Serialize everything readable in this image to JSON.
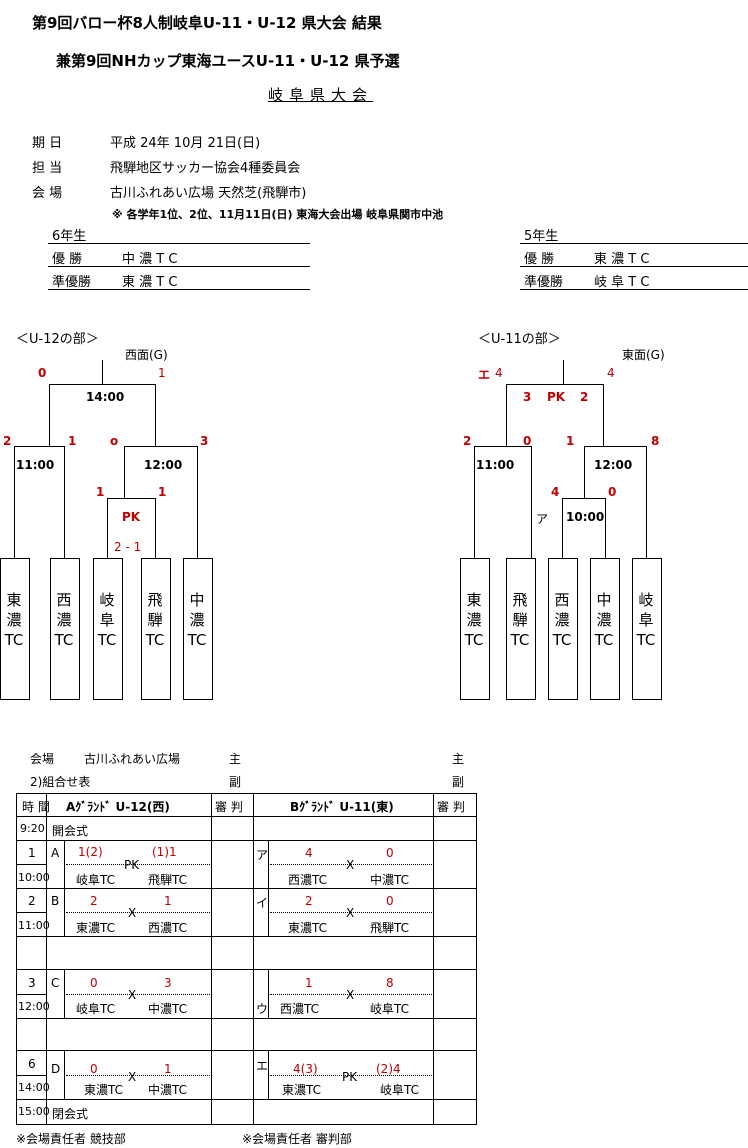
{
  "title": "第9回バロー杯8人制岐阜U-11・U-12 県大会 結果",
  "subtitle": "兼第9回NHカップ東海ユースU-11・U-12 県予選",
  "assoc": "岐阜県大会",
  "info": [
    {
      "label": "期 日",
      "value": "平成 24年 10月 21日(日)"
    },
    {
      "label": "担 当",
      "value": "飛騨地区サッカー協会4種委員会"
    },
    {
      "label": "会 場",
      "value": "古川ふれあい広場 天然芝(飛騨市)"
    }
  ],
  "note": "※ 各学年1位、2位、11月11日(日) 東海大会出場 岐阜県関市中池",
  "results": {
    "g6": {
      "grade": "6年生",
      "rows": [
        {
          "label": "優 勝",
          "team": "中 濃 T C"
        },
        {
          "label": "準優勝",
          "team": "東 濃 T C"
        }
      ]
    },
    "g5": {
      "grade": "5年生",
      "rows": [
        {
          "label": "優 勝",
          "team": "東 濃 T C"
        },
        {
          "label": "準優勝",
          "team": "岐 阜 T C"
        }
      ]
    }
  },
  "u12": {
    "title": "＜U-12の部＞",
    "ground": "西面(G)",
    "times": [
      "14:00",
      "11:00",
      "12:00"
    ],
    "scores": [
      "0",
      "1",
      "2",
      "1",
      "o",
      "3",
      "1",
      "1"
    ],
    "pk": "PK",
    "pk_score": "2 - 1",
    "teams": [
      "東濃TC",
      "西濃TC",
      "岐阜TC",
      "飛騨TC",
      "中濃TC"
    ]
  },
  "u11": {
    "title": "＜U-11の部＞",
    "ground": "東面(G)",
    "times": [
      "11:00",
      "12:00",
      "10:00"
    ],
    "scores": [
      "4",
      "4",
      "3",
      "2",
      "2",
      "0",
      "1",
      "8",
      "4",
      "0"
    ],
    "pk": "PK",
    "marks": [
      "エ",
      "ア"
    ],
    "teams": [
      "東濃TC",
      "飛騨TC",
      "西濃TC",
      "中濃TC",
      "岐阜TC"
    ]
  },
  "schedule": {
    "venue_label": "会場",
    "venue": "古川ふれあい広場",
    "chief": "主",
    "chief2": "主",
    "sub_title": "2)組合せ表",
    "vice": "副",
    "vice2": "副",
    "headers": [
      "時 間",
      "Aｸﾞﾗﾝﾄﾞ U-12(西)",
      "審 判",
      "Bｸﾞﾗﾝﾄﾞ U-11(東)",
      "審 判"
    ],
    "opening": "開会式",
    "closing": "閉会式",
    "t0": "9:20",
    "t15": "15:00",
    "rows": [
      {
        "no": "1",
        "time": "10:00",
        "a": {
          "mark": "A",
          "s1": "1(2)",
          "s2": "(1)1",
          "pk": "PK",
          "t1": "岐阜TC",
          "t2": "飛騨TC"
        },
        "b": {
          "mark": "ア",
          "s1": "4",
          "s2": "0",
          "x": "X",
          "t1": "西濃TC",
          "t2": "中濃TC"
        }
      },
      {
        "no": "2",
        "time": "11:00",
        "a": {
          "mark": "B",
          "s1": "2",
          "s2": "1",
          "x": "X",
          "t1": "東濃TC",
          "t2": "西濃TC"
        },
        "b": {
          "mark": "イ",
          "s1": "2",
          "s2": "0",
          "x": "X",
          "t1": "東濃TC",
          "t2": "飛騨TC"
        }
      },
      {
        "no": "3",
        "time": "12:00",
        "a": {
          "mark": "C",
          "s1": "0",
          "s2": "3",
          "x": "X",
          "t1": "岐阜TC",
          "t2": "中濃TC"
        },
        "b": {
          "mark": "ウ",
          "s1": "1",
          "s2": "8",
          "x": "X",
          "t1": "西濃TC",
          "t2": "岐阜TC"
        }
      },
      {
        "no": "6",
        "time": "14:00",
        "a": {
          "mark": "D",
          "s1": "0",
          "s2": "1",
          "x": "X",
          "t1": "東濃TC",
          "t2": "中濃TC"
        },
        "b": {
          "mark": "エ",
          "s1": "4(3)",
          "s2": "(2)4",
          "pk": "PK",
          "t1": "東濃TC",
          "t2": "岐阜TC"
        }
      }
    ],
    "footer1": "※会場責任者 競技部",
    "footer2": "※会場責任者 審判部"
  }
}
